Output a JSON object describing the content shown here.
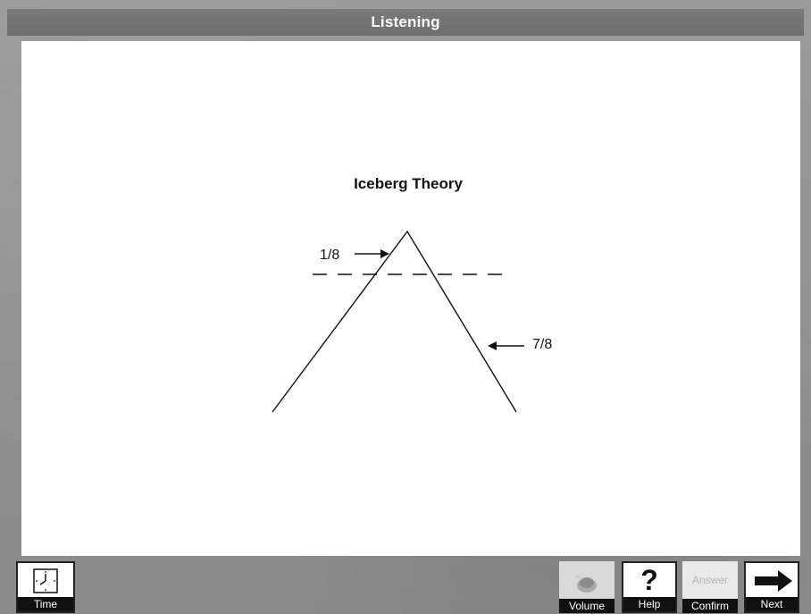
{
  "window": {
    "title": "Listening"
  },
  "diagram": {
    "title": "Iceberg Theory",
    "label_top": "1/8",
    "label_bottom": "7/8"
  },
  "toolbar": {
    "time_label": "Time",
    "volume_label": "Volume",
    "help_label": "Help",
    "help_glyph": "?",
    "answer_label": "Answer",
    "confirm_label": "Confirm",
    "next_label": "Next"
  },
  "icons": {
    "time": "clock-icon",
    "volume": "speaker-icon",
    "next": "arrow-right-icon"
  }
}
